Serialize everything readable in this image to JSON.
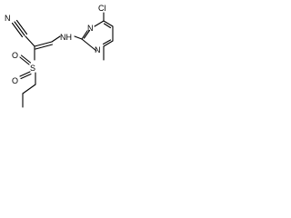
{
  "diagram_type": "chemical-structure",
  "labels": {
    "nitrile_n": "N",
    "amine_nh": "NH",
    "chloro": "Cl",
    "ring_n_top": "N",
    "ring_n_bottom": "N",
    "sulfonyl_s": "S",
    "sulfonyl_o_upper": "O",
    "sulfonyl_o_lower": "O"
  }
}
